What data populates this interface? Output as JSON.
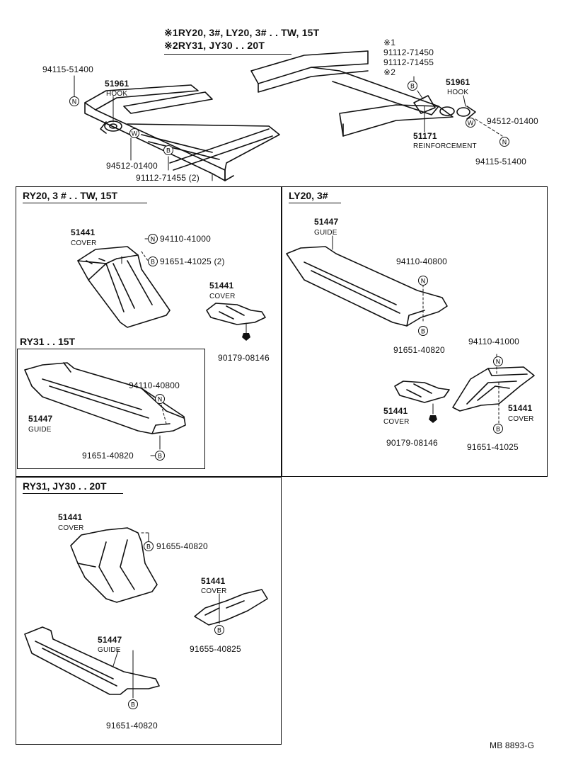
{
  "top": {
    "note1": "※1RY20, 3#, LY20, 3# . . TW, 15T",
    "note2": "※2RY31, JY30 . . 20T",
    "mark1": "※1",
    "mark2": "※2",
    "left": {
      "n_part": "94115-51400",
      "hook_no": "51961",
      "hook_name": "HOOK",
      "w_part": "94512-01400",
      "b_part": "91112-71455 (2)"
    },
    "right": {
      "bolt1": "91112-71450",
      "bolt2": "91112-71455",
      "hook_no": "51961",
      "hook_name": "HOOK",
      "w_part": "94512-01400",
      "reinf_no": "51171",
      "reinf_name": "REINFORCEMENT",
      "n_part": "94115-51400"
    }
  },
  "sec1": {
    "title": "RY20, 3 #   . . TW, 15T",
    "cover1_no": "51441",
    "cover1_name": "COVER",
    "n_part": "94110-41000",
    "b_part": "91651-41025 (2)",
    "cover2_no": "51441",
    "cover2_name": "COVER",
    "clip": "90179-08146"
  },
  "sec2": {
    "title": "RY31 . . 15T",
    "n_part": "94110-40800",
    "guide_no": "51447",
    "guide_name": "GUIDE",
    "b_part": "91651-40820"
  },
  "sec3": {
    "title": "LY20, 3#",
    "guide_no": "51447",
    "guide_name": "GUIDE",
    "n_part1": "94110-40800",
    "b_part1": "91651-40820",
    "n_part2": "94110-41000",
    "cover1_no": "51441",
    "cover1_name": "COVER",
    "cover2_no": "51441",
    "cover2_name": "COVER",
    "clip": "90179-08146",
    "b_part2": "91651-41025"
  },
  "sec4": {
    "title": "RY31, JY30 . . 20T",
    "cover1_no": "51441",
    "cover1_name": "COVER",
    "b_part1": "91655-40820",
    "cover2_no": "51441",
    "cover2_name": "COVER",
    "b_part2": "91655-40825",
    "guide_no": "51447",
    "guide_name": "GUIDE",
    "b_part3": "91651-40820"
  },
  "footer": {
    "code": "MB  8893-G"
  },
  "symbols": {
    "n": "N",
    "w": "W",
    "b": "B"
  }
}
